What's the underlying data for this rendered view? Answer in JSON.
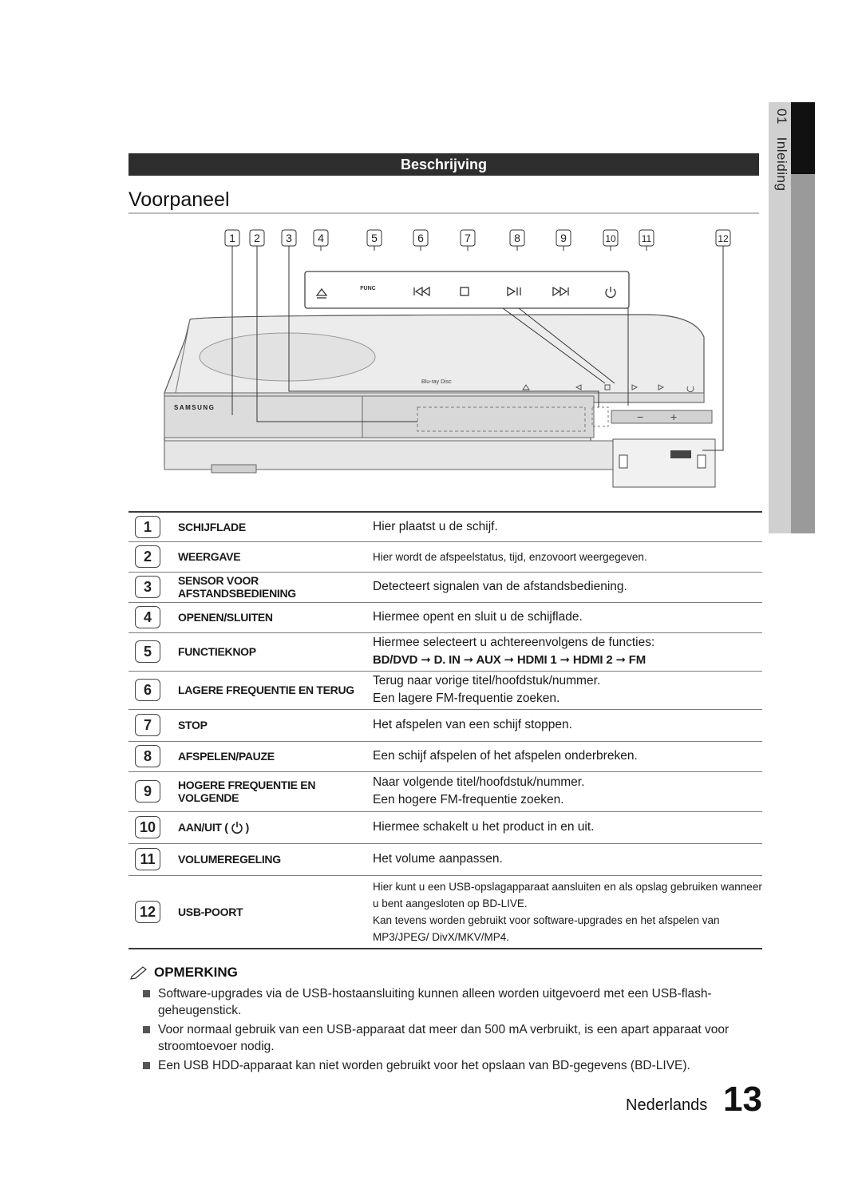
{
  "side_tab": {
    "chapter": "01",
    "label": "Inleiding"
  },
  "section": {
    "title": "Beschrijving"
  },
  "page_title": "Voorpaneel",
  "diagram": {
    "callouts": [
      "1",
      "2",
      "3",
      "4",
      "5",
      "6",
      "7",
      "8",
      "9",
      "10",
      "11",
      "12"
    ],
    "func_label": "FUNC",
    "brand": "SAMSUNG"
  },
  "items": [
    {
      "num": "1",
      "name": "SCHIJFLADE",
      "desc": [
        "Hier plaatst u de schijf."
      ]
    },
    {
      "num": "2",
      "name": "WEERGAVE",
      "desc": [
        "Hier wordt de afspeelstatus, tijd, enzovoort weergegeven."
      ]
    },
    {
      "num": "3",
      "name": "SENSOR VOOR AFSTANDSBEDIENING",
      "desc": [
        "Detecteert signalen van de afstandsbediening."
      ]
    },
    {
      "num": "4",
      "name": "OPENEN/SLUITEN",
      "desc": [
        "Hiermee opent en sluit u de schijflade."
      ]
    },
    {
      "num": "5",
      "name": "FUNCTIEKNOP",
      "desc": [
        "Hiermee selecteert u achtereenvolgens de functies:"
      ],
      "sequence": "BD/DVD ➞ D. IN ➞ AUX ➞ HDMI 1 ➞ HDMI 2 ➞ FM"
    },
    {
      "num": "6",
      "name": "LAGERE FREQUENTIE EN TERUG",
      "desc": [
        "Terug naar vorige titel/hoofdstuk/nummer.",
        "Een lagere FM-frequentie zoeken."
      ]
    },
    {
      "num": "7",
      "name": "STOP",
      "desc": [
        "Het afspelen van een schijf stoppen."
      ]
    },
    {
      "num": "8",
      "name": "AFSPELEN/PAUZE",
      "desc": [
        "Een schijf afspelen of het afspelen onderbreken."
      ]
    },
    {
      "num": "9",
      "name": "HOGERE FREQUENTIE EN VOLGENDE",
      "desc": [
        "Naar volgende titel/hoofdstuk/nummer.",
        "Een hogere FM-frequentie zoeken."
      ]
    },
    {
      "num": "10",
      "name": "AAN/UIT (",
      "name_suffix": ")",
      "desc": [
        "Hiermee schakelt u het product in en uit."
      ]
    },
    {
      "num": "11",
      "name": "VOLUMEREGELING",
      "desc": [
        "Het volume aanpassen."
      ]
    },
    {
      "num": "12",
      "name": "USB-POORT",
      "desc": [
        "Hier kunt u een USB-opslagapparaat aansluiten en als opslag gebruiken wanneer u bent aangesloten op BD-LIVE.",
        "Kan tevens worden gebruikt voor software-upgrades en het afspelen van MP3/JPEG/ DivX/MKV/MP4."
      ]
    }
  ],
  "note": {
    "heading": "OPMERKING",
    "items": [
      "Software-upgrades via de USB-hostaansluiting kunnen alleen worden uitgevoerd met een USB-flash-geheugenstick.",
      "Voor normaal gebruik van een USB-apparaat dat meer dan 500 mA verbruikt, is een apart apparaat voor stroomtoevoer nodig.",
      "Een USB HDD-apparaat kan niet worden gebruikt voor het opslaan van BD-gegevens (BD-LIVE)."
    ]
  },
  "footer": {
    "language": "Nederlands",
    "page": "13"
  }
}
